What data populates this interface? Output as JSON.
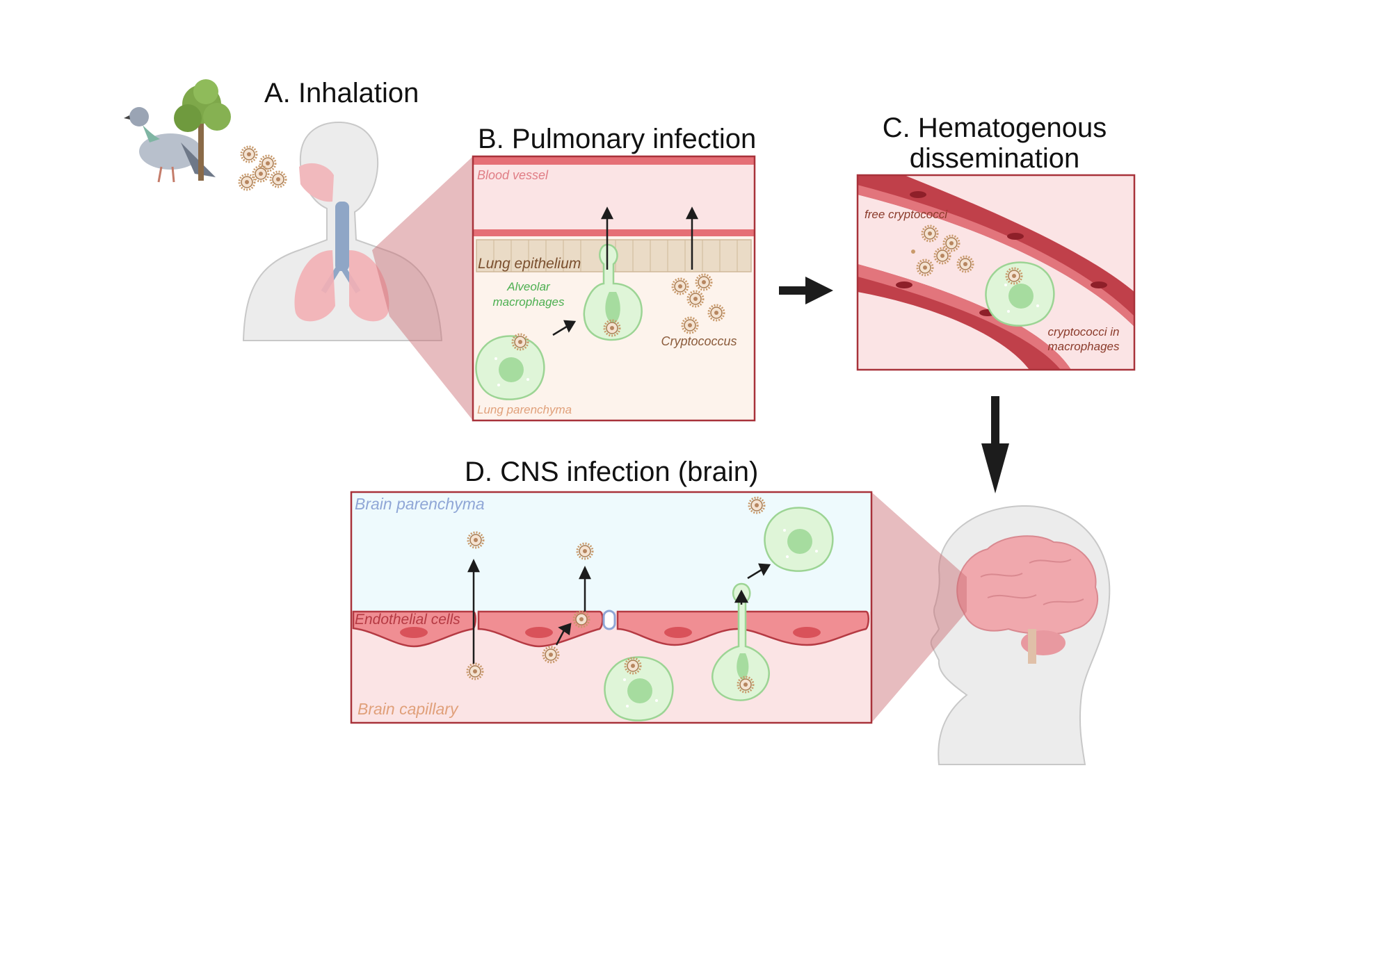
{
  "panels": {
    "a": {
      "title": "A. Inhalation"
    },
    "b": {
      "title": "B. Pulmonary infection",
      "labels": {
        "blood_vessel": "Blood vessel",
        "lung_epithelium": "Lung epithelium",
        "alveolar_line1": "Alveolar",
        "alveolar_line2": "macrophages",
        "cryptococcus": "Cryptococcus",
        "lung_parenchyma": "Lung parenchyma"
      }
    },
    "c": {
      "title_line1": "C. Hematogenous",
      "title_line2": "dissemination",
      "labels": {
        "free": "free cryptococci",
        "in_macro_line1": "cryptococci in",
        "in_macro_line2": "macrophages"
      }
    },
    "d": {
      "title": "D. CNS infection (brain)",
      "labels": {
        "brain_parenchyma": "Brain parenchyma",
        "endothelial": "Endothelial cells",
        "brain_capillary": "Brain capillary"
      }
    }
  },
  "colors": {
    "frame_red": "#a8323a",
    "vessel_red": "#c0404a",
    "light_pink": "#fbe7e8",
    "macrophage_green": "#d6f2cf",
    "nucleus_green": "#9fd89a",
    "spore_tan": "#c99a6b",
    "arrow_dark": "#1c1c1c",
    "brain_pink": "#f0a8ad",
    "parenchyma_blue": "#eefafd"
  }
}
